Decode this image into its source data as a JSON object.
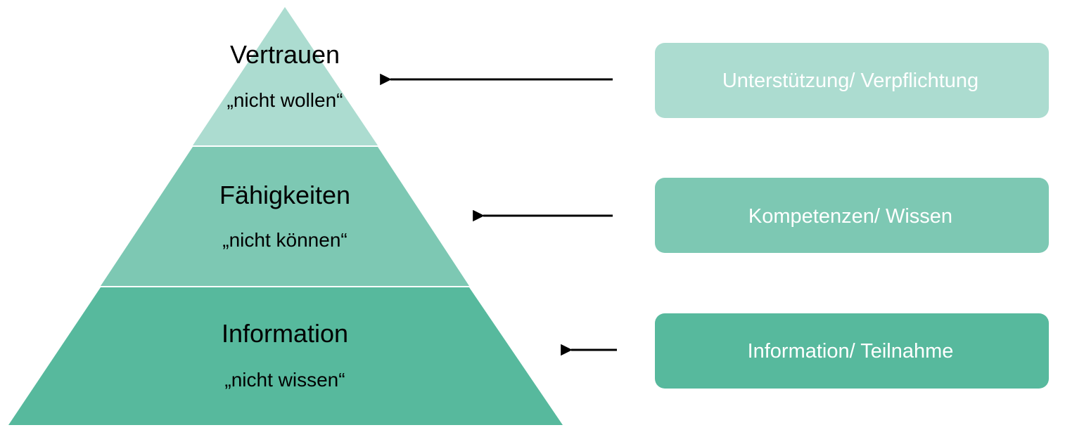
{
  "colors": {
    "top": "#acdcd0",
    "middle": "#7dc8b3",
    "bottom": "#57b99d",
    "arrow": "#000000",
    "box_text": "#ffffff",
    "tier_text": "#000000"
  },
  "pyramid": {
    "tiers": [
      {
        "title": "Vertrauen",
        "subtitle": "„nicht wollen“"
      },
      {
        "title": "Fähigkeiten",
        "subtitle": "„nicht können“"
      },
      {
        "title": "Information",
        "subtitle": "„nicht wissen“"
      }
    ]
  },
  "boxes": [
    {
      "label": "Unterstützung/ Verpflichtung"
    },
    {
      "label": "Kompetenzen/ Wissen"
    },
    {
      "label": "Information/ Teilnahme"
    }
  ]
}
